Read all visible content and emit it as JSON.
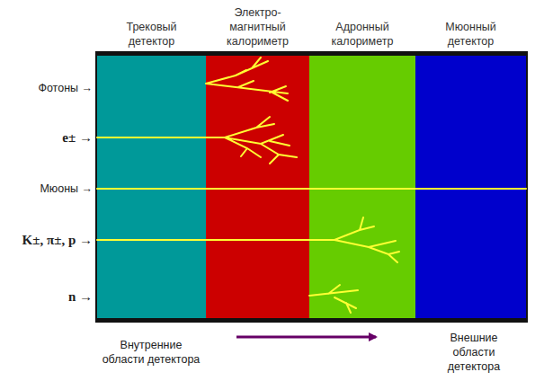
{
  "diagram": {
    "nodes": [
      {
        "text": [
          "Трековый детектор"
        ]
      },
      {
        "text": [
          "Электро- магнитный калориметр"
        ]
      },
      {
        "text": [
          "Адронный калориметр"
        ]
      },
      {
        "text": [
          "Мюонный детектор"
        ]
      }
    ],
    "labels": [
      "Фотоны →",
      "e± →",
      "Мюоны →",
      "K±, π±, p →",
      "n →",
      "Внутренние области детектора",
      "Внешние области детектора"
    ]
  }
}
